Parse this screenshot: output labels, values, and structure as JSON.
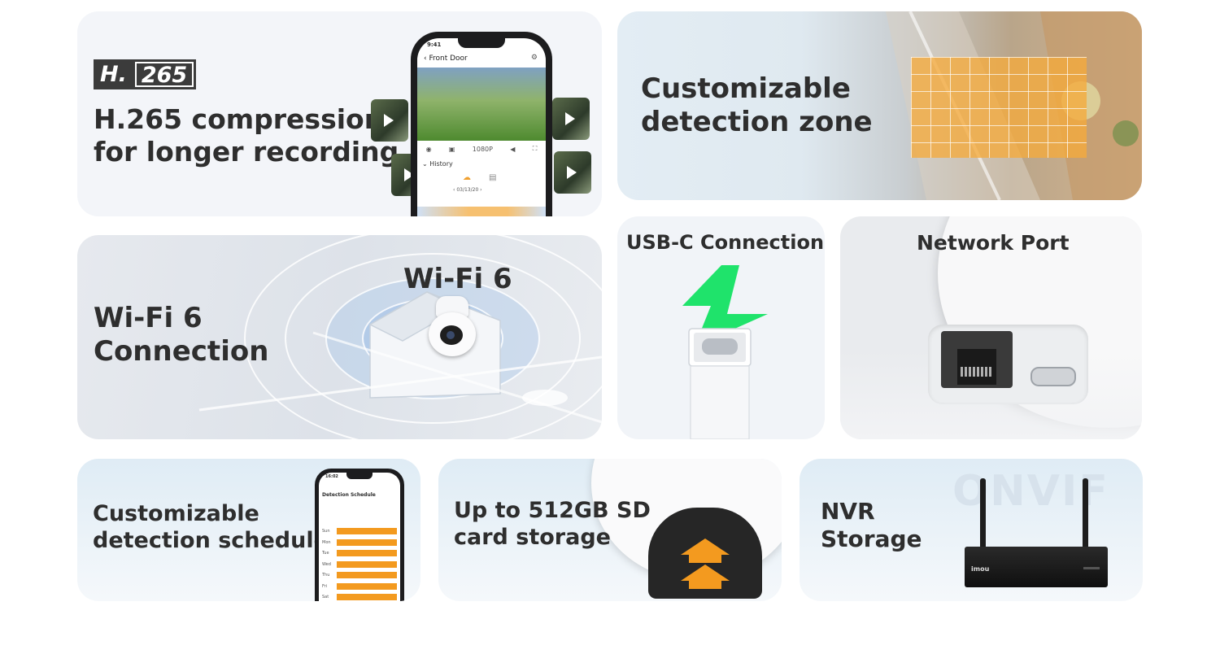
{
  "h265": {
    "badge_left": "H.",
    "badge_right": "265",
    "title_line1": "H.265 compression",
    "title_line2": "for longer recording",
    "phone": {
      "time": "9:41",
      "back_label": "Front Door",
      "resolution": "1080P",
      "history_label": "History",
      "date": "03/13/20"
    }
  },
  "zone": {
    "title_line1": "Customizable",
    "title_line2": "detection zone",
    "zone_color": "#f5aa3c"
  },
  "wifi": {
    "title_line1": "Wi-Fi 6",
    "title_line2": "Connection",
    "overlay_label": "Wi-Fi 6"
  },
  "usb": {
    "title": "USB-C Connection",
    "bolt_color": "#1fe36b"
  },
  "network": {
    "title": "Network Port"
  },
  "schedule": {
    "title_line1": "Customizable",
    "title_line2": "detection schedule",
    "phone_title": "Detection Schedule",
    "phone_time": "16:02",
    "days": [
      "Sun",
      "Mon",
      "Tue",
      "Wed",
      "Thu",
      "Fri",
      "Sat"
    ],
    "bar_color": "#f39a1f"
  },
  "sd": {
    "title_line1": "Up to 512GB SD",
    "title_line2": "card storage"
  },
  "nvr": {
    "title_line1": "NVR",
    "title_line2": "Storage",
    "onvif_logo": "ONVIF",
    "device_brand": "imou"
  }
}
